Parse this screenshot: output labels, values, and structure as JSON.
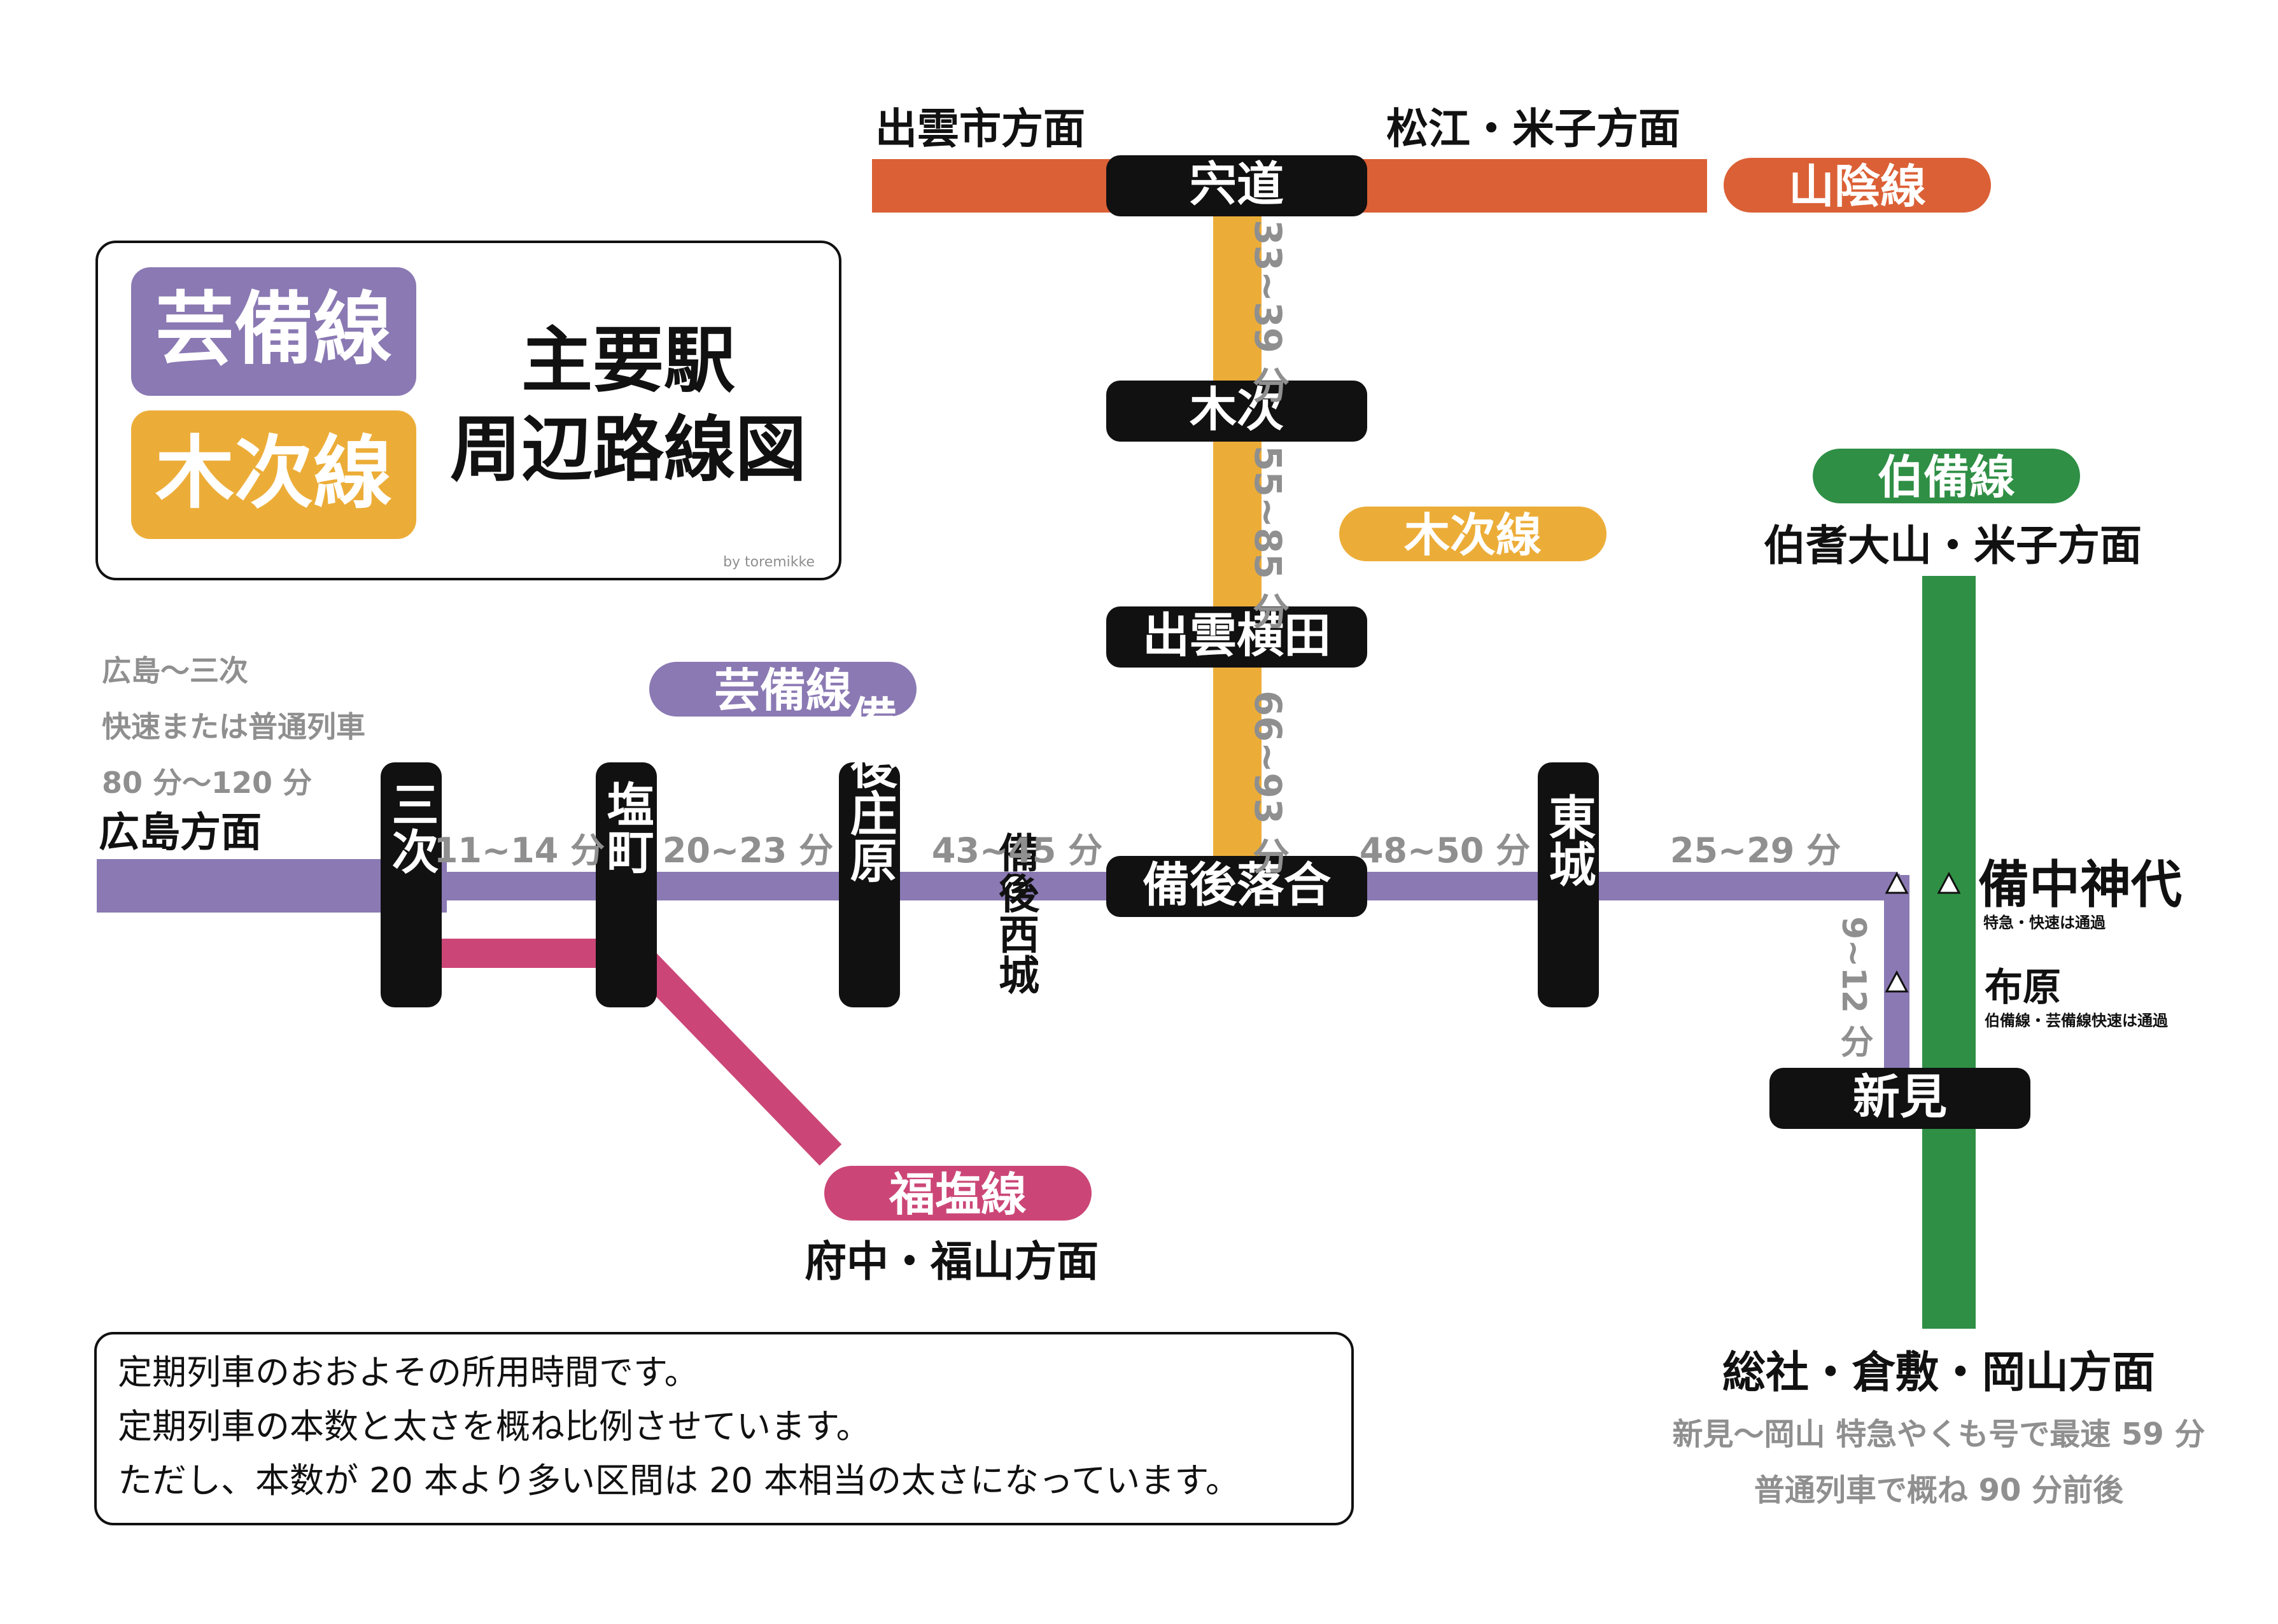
{
  "title": {
    "line1": "主要駅",
    "line2": "周辺路線図"
  },
  "credit": "by toremikke",
  "colors": {
    "geibi": "#8a79b3",
    "kisuki": "#ecad38",
    "sanin": "#db6036",
    "hakubi": "#2f8f45",
    "fukuen": "#cb4676",
    "station": "#111111",
    "time_text": "#8f8f8f"
  },
  "legend": {
    "geibi_label": "芸備線",
    "kisuki_label": "木次線"
  },
  "lines": {
    "sanin": "山陰線",
    "geibi": "芸備線",
    "kisuki": "木次線",
    "hakubi": "伯備線",
    "fukuen": "福塩線"
  },
  "directions": {
    "izumoshi": "出雲市方面",
    "matsue": "松江・米子方面",
    "hiroshima": "広島方面",
    "hoki": "伯耆大山・米子方面",
    "fuchu": "府中・福山方面",
    "soja": "総社・倉敷・岡山方面"
  },
  "stations": {
    "shinji": "宍道",
    "kisuki": "木次",
    "izumo_yokota": "出雲横田",
    "bingo_ochiai": "備後落合",
    "miyoshi": "三次",
    "shiomachi": "塩町",
    "bingo_shobara": "備後庄原",
    "tojo": "東城",
    "niimi": "新見",
    "bingo_saijo": "備後西城",
    "bitchu_kojiro": "備中神代",
    "nunohara": "布原"
  },
  "station_notes": {
    "bitchu_kojiro": "特急・快速は通過",
    "nunohara": "伯備線・芸備線快速は通過"
  },
  "times": {
    "shinji_kisuki": "33~39 分",
    "kisuki_yokota": "55~85 分",
    "yokota_ochiai": "66~93 分",
    "miyoshi_shiomachi": "11~14 分",
    "shiomachi_shobara": "20~23 分",
    "shobara_ochiai": "43~45 分",
    "ochiai_tojo": "48~50 分",
    "tojo_kojiro": "25~29 分",
    "kojiro_niimi": "9~12 分"
  },
  "hiroshima_note": {
    "line1": "広島〜三次",
    "line2": "快速または普通列車",
    "line3": "80 分〜120 分"
  },
  "okayama_note": {
    "line1": "新見〜岡山 特急やくも号で最速 59 分",
    "line2": "普通列車で概ね 90 分前後"
  },
  "footnote": {
    "line1": "定期列車のおおよその所用時間です。",
    "line2": "定期列車の本数と太さを概ね比例させています。",
    "line3": "ただし、本数が 20 本より多い区間は 20 本相当の太さになっています。"
  }
}
